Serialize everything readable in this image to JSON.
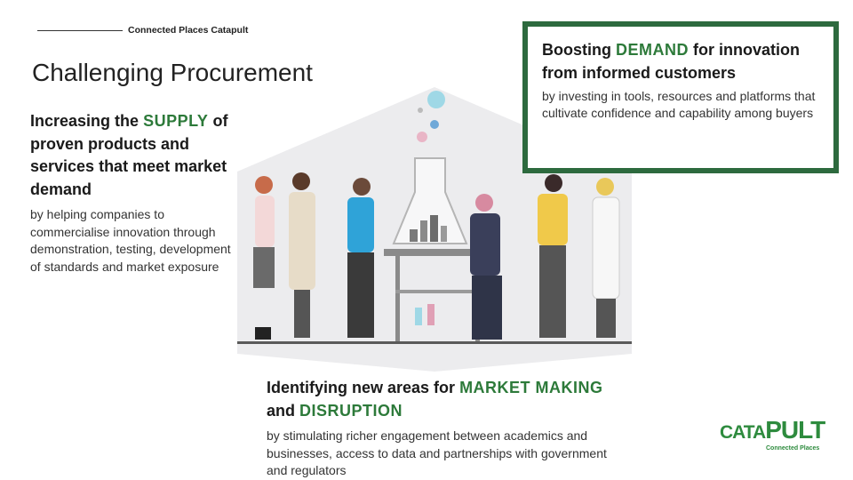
{
  "header": {
    "label": "Connected Places Catapult"
  },
  "title": "Challenging Procurement",
  "supply": {
    "heading_pre": "Increasing the",
    "keyword": "SUPPLY",
    "heading_post": "of proven products and services that meet market demand",
    "body": "by helping companies to commercialise innovation through demonstration, testing, development of standards and market exposure"
  },
  "demand": {
    "heading_pre": "Boosting",
    "keyword": "DEMAND",
    "heading_post": "for innovation from informed customers",
    "body": "by investing in tools, resources and platforms that cultivate confidence and capability among buyers"
  },
  "market": {
    "heading_pre": "Identifying new areas for",
    "keyword1": "MARKET MAKING",
    "heading_mid": "and",
    "keyword2": "DISRUPTION",
    "body": "by stimulating richer engagement between academics and businesses, access to data and partnerships with government and regulators"
  },
  "logo": {
    "word_cata": "CATA",
    "word_pult": "PULT",
    "sub": "Connected Places"
  },
  "colors": {
    "accent_green": "#2d7a3a",
    "box_border": "#2d6a3e",
    "hexagon_fill": "#ededee"
  }
}
